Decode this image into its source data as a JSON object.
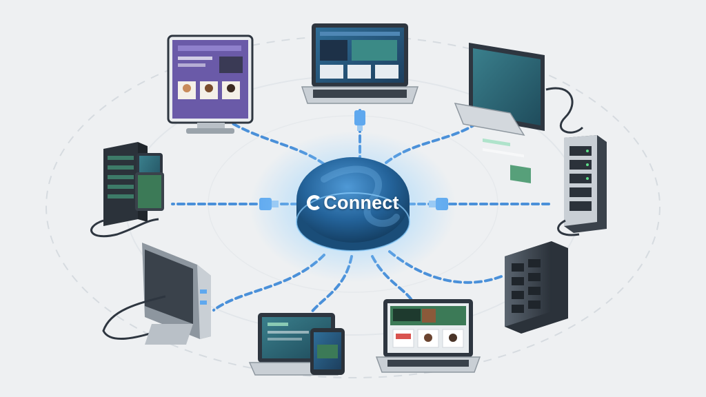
{
  "hub": {
    "label": "Connect",
    "icon": "c-logo-icon"
  },
  "colors": {
    "background": "#eef0f2",
    "link": "#4a90d9",
    "glow": "#9fd4ff",
    "hub_dark": "#17466f",
    "hub_light": "#3f86c7",
    "device_dark": "#2f3740",
    "screen_blue": "#2c5f86",
    "screen_purple": "#6a5aa8",
    "screen_green": "#3c7a57"
  },
  "devices": [
    {
      "name": "monitor-purple",
      "icon": "desktop-monitor-icon"
    },
    {
      "name": "laptop-top",
      "icon": "laptop-icon"
    },
    {
      "name": "monitor-right",
      "icon": "desktop-monitor-icon"
    },
    {
      "name": "server-left-with-tablet",
      "icon": "server-rack-icon"
    },
    {
      "name": "server-right-tower",
      "icon": "server-rack-icon"
    },
    {
      "name": "network-appliance",
      "icon": "router-icon"
    },
    {
      "name": "laptop-bottom-with-phone",
      "icon": "laptop-icon"
    },
    {
      "name": "laptop-bottom-right",
      "icon": "laptop-icon"
    },
    {
      "name": "server-bottom-right",
      "icon": "server-rack-icon"
    }
  ]
}
